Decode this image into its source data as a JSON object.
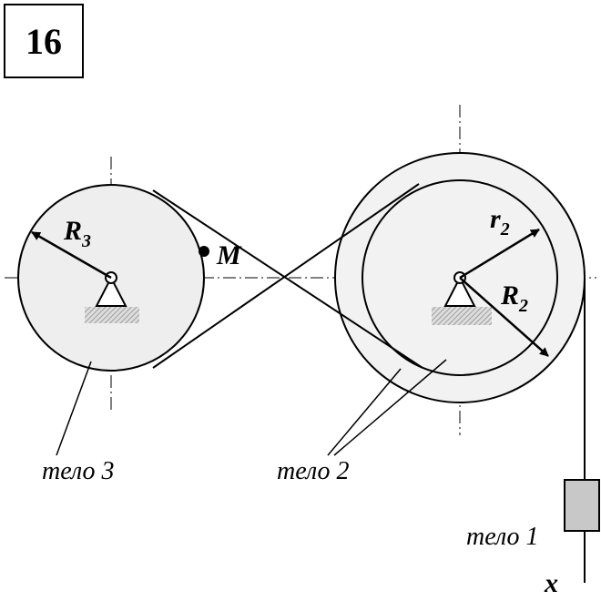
{
  "problem_number": "16",
  "labels": {
    "body3": "тело 3",
    "body2": "тело 2",
    "body1": "тело 1",
    "point_m": "M",
    "axis_x": "x"
  },
  "radii": {
    "R3": {
      "letter": "R",
      "sub": "3"
    },
    "r2": {
      "letter": "r",
      "sub": "2"
    },
    "R2": {
      "letter": "R",
      "sub": "2"
    }
  },
  "colors": {
    "disk_fill": "#eeeeee",
    "block_fill": "#c8c8c8",
    "hatch": "#999999",
    "line": "#000000"
  }
}
